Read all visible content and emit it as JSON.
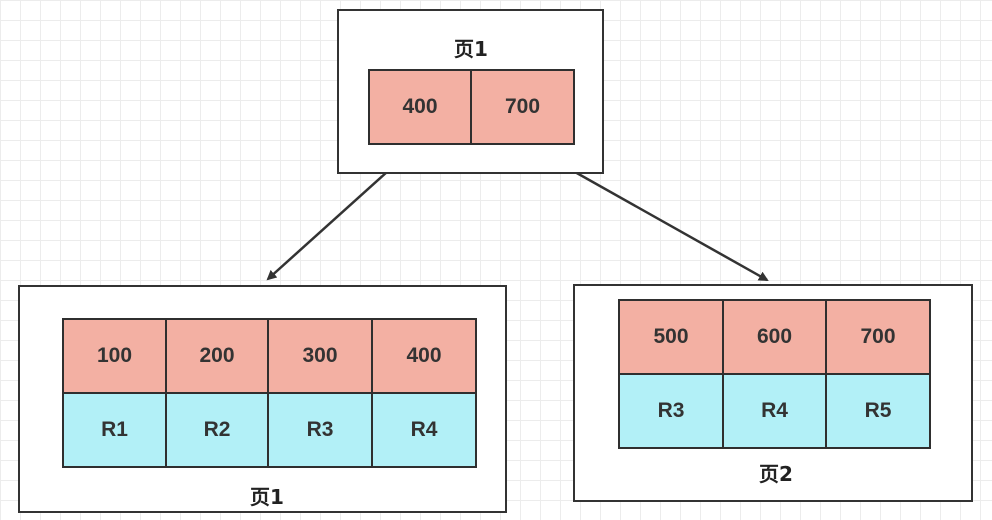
{
  "root": {
    "label": "页1",
    "keys": [
      "400",
      "700"
    ]
  },
  "leaf_left": {
    "label": "页1",
    "keys": [
      "100",
      "200",
      "300",
      "400"
    ],
    "records": [
      "R1",
      "R2",
      "R3",
      "R4"
    ]
  },
  "leaf_right": {
    "label": "页2",
    "keys": [
      "500",
      "600",
      "700"
    ],
    "records": [
      "R3",
      "R4",
      "R5"
    ]
  },
  "colors": {
    "key_fill": "#f3b0a3",
    "record_fill": "#b2f0f7",
    "border": "#333333",
    "arrow": "#333333"
  }
}
